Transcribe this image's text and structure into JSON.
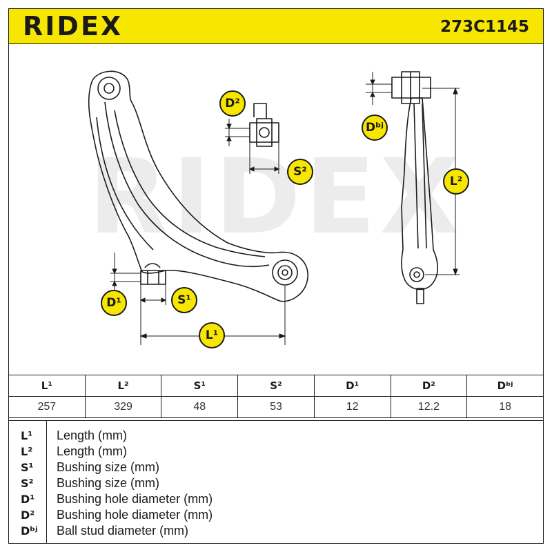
{
  "header": {
    "logo_text": "RIDEX",
    "part_number": "273C1145"
  },
  "watermark_text": "RIDEX",
  "callouts": {
    "d2": "D²",
    "s2": "S²",
    "dbj": "Dᵇʲ",
    "l2": "L²",
    "d1": "D¹",
    "s1": "S¹",
    "l1": "L¹"
  },
  "spec_table": {
    "headers": [
      "L¹",
      "L²",
      "S¹",
      "S²",
      "D¹",
      "D²",
      "Dᵇʲ"
    ],
    "values": [
      "257",
      "329",
      "48",
      "53",
      "12",
      "12.2",
      "18"
    ]
  },
  "legend": [
    {
      "code": "L¹",
      "desc": "Length (mm)"
    },
    {
      "code": "L²",
      "desc": "Length (mm)"
    },
    {
      "code": "S¹",
      "desc": "Bushing size (mm)"
    },
    {
      "code": "S²",
      "desc": "Bushing size (mm)"
    },
    {
      "code": "D¹",
      "desc": "Bushing hole diameter (mm)"
    },
    {
      "code": "D²",
      "desc": "Bushing hole diameter (mm)"
    },
    {
      "code": "Dᵇʲ",
      "desc": "Ball stud diameter (mm)"
    }
  ],
  "colors": {
    "brand_yellow": "#f7e600",
    "line": "#1a1a1a",
    "watermark": "#ececec"
  }
}
